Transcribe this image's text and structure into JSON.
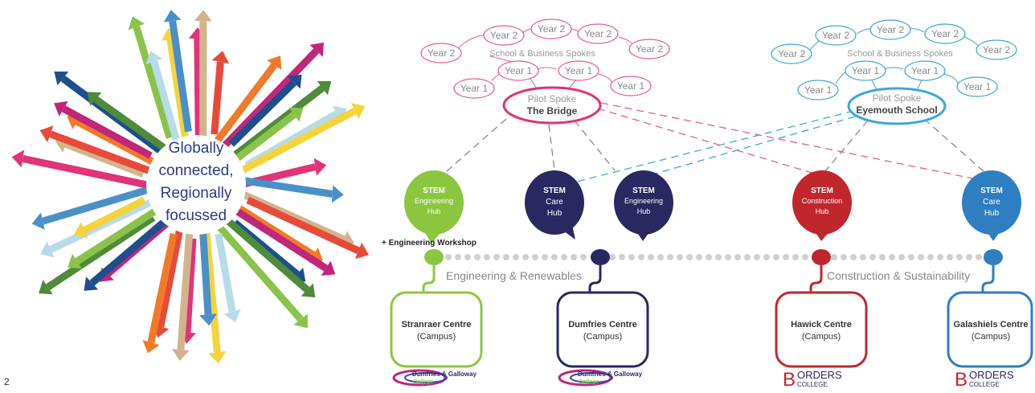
{
  "starburst": {
    "center_text": [
      "Globally",
      "connected,",
      "Regionally",
      "focussed"
    ],
    "text_color": "#2a3a8c",
    "arrow_colors": [
      "#e0337a",
      "#f5d33c",
      "#8bc34a",
      "#1e4e8c",
      "#f07a2a",
      "#d2b48c",
      "#4a90c8",
      "#b7dbe8",
      "#4e8b3a",
      "#c0267a",
      "#e84a3a"
    ]
  },
  "spokes": {
    "left": {
      "caption": "School & Business Spokes",
      "year2": [
        "Year 2",
        "Year 2",
        "Year 2",
        "Year 2",
        "Year 2"
      ],
      "year1": [
        "Year 1",
        "Year 1",
        "Year 1",
        "Year 1"
      ],
      "pilot_line1": "Pilot Spoke",
      "pilot_line2": "The Bridge",
      "color": "#e0337a"
    },
    "right": {
      "caption": "School & Business Spokes",
      "year2": [
        "Year 2",
        "Year 2",
        "Year 2",
        "Year 2",
        "Year 2"
      ],
      "year1": [
        "Year 1",
        "Year 1",
        "Year 1",
        "Year 1"
      ],
      "pilot_line1": "Pilot Spoke",
      "pilot_line2": "Eyemouth School",
      "color": "#3ba7d8"
    }
  },
  "hubs": [
    {
      "lines": [
        "STEM",
        "Engineering",
        "Hub"
      ],
      "color": "#8cc63f"
    },
    {
      "lines": [
        "STEM",
        "Care",
        "Hub"
      ],
      "color": "#2a2860"
    },
    {
      "lines": [
        "STEM",
        "Engineering",
        "Hub"
      ],
      "color": "#2a2860"
    },
    {
      "lines": [
        "STEM",
        "Construction",
        "Hub"
      ],
      "color": "#c0272d"
    },
    {
      "lines": [
        "STEM",
        "Care",
        "Hub"
      ],
      "color": "#2f7ec1"
    }
  ],
  "workshop_label": "+ Engineering Workshop",
  "sectors": {
    "left": "Engineering & Renewables",
    "right": "Construction & Sustainability"
  },
  "centres": [
    {
      "name": "Stranraer Centre",
      "sub": "(Campus)",
      "color": "#8cc63f",
      "college": "Dumfries & Galloway College"
    },
    {
      "name": "Dumfries Centre",
      "sub": "(Campus)",
      "color": "#2a2860",
      "college": "Dumfries & Galloway College"
    },
    {
      "name": "Hawick Centre",
      "sub": "(Campus)",
      "color": "#c0272d",
      "college": "Borders College"
    },
    {
      "name": "Galashiels Centre",
      "sub": "(Campus)",
      "color": "#2f7ec1",
      "college": "Borders College"
    }
  ],
  "logo_text": {
    "dg_main": "Dumfries & Galloway",
    "dg_sub": "College",
    "borders_main": "ORDERS",
    "borders_initial": "B",
    "borders_sub": "COLLEGE"
  },
  "page_number": "2"
}
